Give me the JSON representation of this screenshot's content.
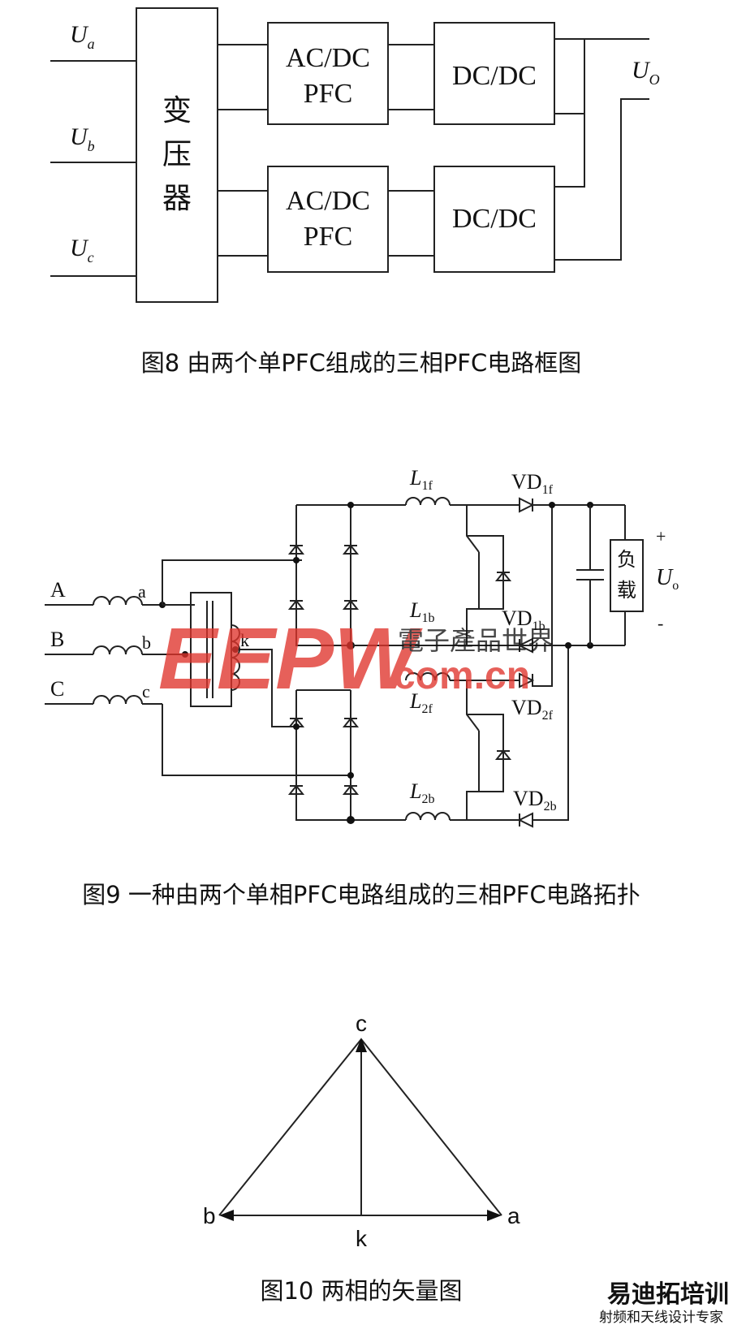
{
  "fig8": {
    "inputs": [
      "U",
      "U",
      "U"
    ],
    "input_subs": [
      "a",
      "b",
      "c"
    ],
    "transformer": [
      "变",
      "压",
      "器"
    ],
    "pfc1": [
      "AC/DC",
      "PFC"
    ],
    "pfc2": [
      "AC/DC",
      "PFC"
    ],
    "dcdc1": "DC/DC",
    "dcdc2": "DC/DC",
    "output": "U",
    "output_sub": "O",
    "caption": "图8   由两个单PFC组成的三相PFC电路框图"
  },
  "fig9": {
    "phases": [
      "A",
      "B",
      "C"
    ],
    "nodes": [
      "a",
      "b",
      "c",
      "k"
    ],
    "inductors": [
      {
        "main": "L",
        "sub": "1f"
      },
      {
        "main": "L",
        "sub": "1b"
      },
      {
        "main": "L",
        "sub": "2f"
      },
      {
        "main": "L",
        "sub": "2b"
      }
    ],
    "diodes": [
      {
        "main": "VD",
        "sub": "1f"
      },
      {
        "main": "VD",
        "sub": "1b"
      },
      {
        "main": "VD",
        "sub": "2f"
      },
      {
        "main": "VD",
        "sub": "2b"
      }
    ],
    "load": [
      "负",
      "载"
    ],
    "output": "U",
    "output_sub": "o",
    "plus": "+",
    "minus": "-",
    "caption": "图9   一种由两个单相PFC电路组成的三相PFC电路拓扑"
  },
  "fig10": {
    "labels": [
      "c",
      "b",
      "a",
      "k"
    ],
    "caption": "图10   两相的矢量图"
  },
  "watermark": {
    "logo": "EEPW",
    "domain": "com.cn",
    "cn": "電子產品世界",
    "corner_logo": "易迪拓培训",
    "corner_sub": "射频和天线设计专家"
  },
  "colors": {
    "watermark": "#e0342c",
    "line": "#222222"
  }
}
